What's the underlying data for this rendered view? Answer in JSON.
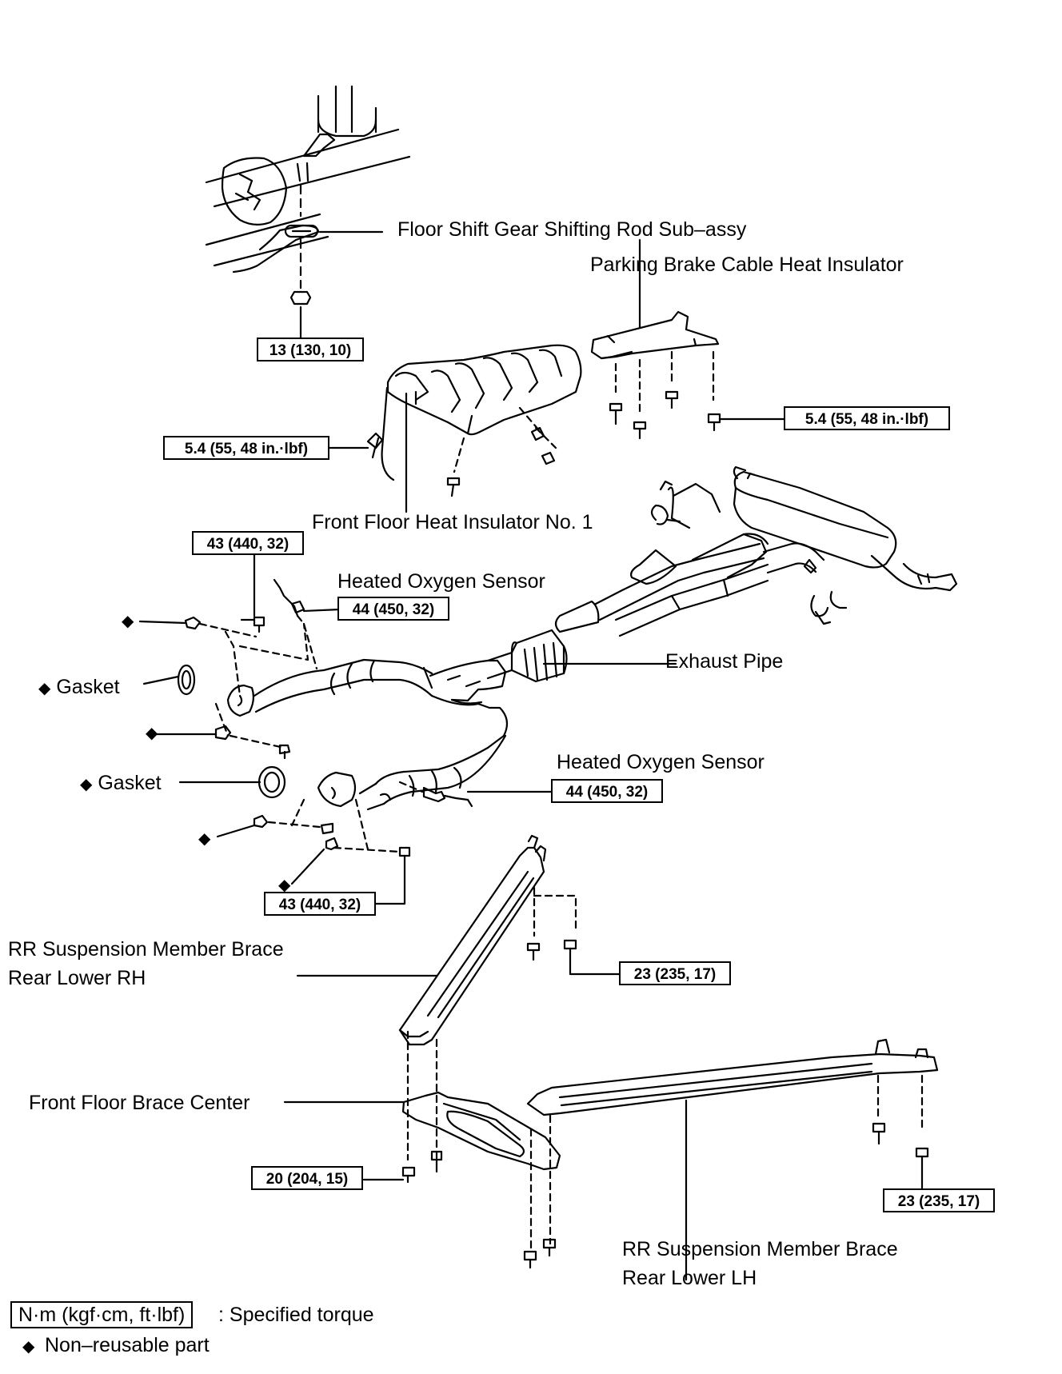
{
  "labels": {
    "floor_shift_rod": "Floor Shift Gear Shifting Rod Sub–assy",
    "parking_brake_insulator": "Parking Brake Cable Heat Insulator",
    "front_floor_insulator": "Front Floor Heat Insulator No. 1",
    "heated_o2_sensor_upper": "Heated Oxygen Sensor",
    "heated_o2_sensor_lower": "Heated Oxygen Sensor",
    "exhaust_pipe": "Exhaust Pipe",
    "gasket_upper": "Gasket",
    "gasket_lower": "Gasket",
    "rr_brace_rh_line1": "RR Suspension Member Brace",
    "rr_brace_rh_line2": "Rear Lower RH",
    "front_floor_brace": "Front Floor Brace Center",
    "rr_brace_lh_line1": "RR Suspension Member Brace",
    "rr_brace_lh_line2": "Rear Lower LH"
  },
  "torques": {
    "shift_rod_nut": "13 (130, 10)",
    "insulator_left": "5.4 (55, 48 in.·lbf)",
    "insulator_right": "5.4 (55, 48 in.·lbf)",
    "flange_upper": "43 (440, 32)",
    "sensor_upper": "44 (450, 32)",
    "sensor_lower": "44 (450, 32)",
    "flange_lower": "43 (440, 32)",
    "brace_rh": "23 (235, 17)",
    "brace_center": "20 (204, 15)",
    "brace_lh": "23 (235, 17)"
  },
  "legend": {
    "torque_unit": "N·m (kgf·cm, ft·lbf)",
    "torque_desc": ": Specified torque",
    "nonreusable_symbol": "◆",
    "nonreusable_desc": "Non–reusable part"
  },
  "symbols": {
    "diamond": "◆"
  }
}
